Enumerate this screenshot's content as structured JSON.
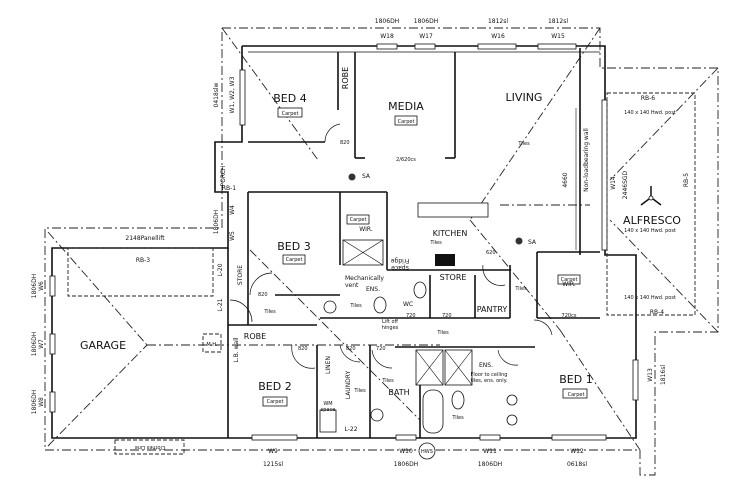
{
  "rooms": {
    "bed4": "BED 4",
    "media": "MEDIA",
    "living": "LIVING",
    "alfresco": "ALFRESCO",
    "bed3": "BED 3",
    "kitchen": "KITCHEN",
    "garage": "GARAGE",
    "bed2": "BED 2",
    "bed1": "BED 1",
    "bath": "BATH",
    "laundry": "LAUNDRY",
    "linen": "LINEN",
    "store_kitchen": "STORE",
    "store_bed3": "STORE",
    "pantry": "PANTRY",
    "wc": "WC",
    "ens_bed3": "ENS.",
    "ens_bed1": "ENS.",
    "wir_bed3": "WIR.",
    "wir_bed1": "WIR.",
    "robe_bed4": "ROBE",
    "robe_bed2": "ROBE",
    "porch": "PORCH"
  },
  "finishes": {
    "carpet": "Carpet",
    "tiles": "Tiles"
  },
  "windows_top": [
    {
      "id": "W18",
      "size": "1806DH"
    },
    {
      "id": "W17",
      "size": "1806DH"
    },
    {
      "id": "W16",
      "size": "1812sl"
    },
    {
      "id": "W15",
      "size": "1812sl"
    }
  ],
  "windows_bottom": [
    {
      "id": "W9",
      "size": "1215sl"
    },
    {
      "id": "W10",
      "size": "1806DH"
    },
    {
      "id": "W11",
      "size": "1806DH"
    },
    {
      "id": "W12",
      "size": "0618sl"
    }
  ],
  "windows_left": [
    {
      "id": "W6",
      "size": "1806DH"
    },
    {
      "id": "W7",
      "size": "1806DH"
    },
    {
      "id": "W8",
      "size": "1806DH"
    }
  ],
  "windows_misc": {
    "w123": "W1, W2, W3",
    "w123_size": "0418slw",
    "w4": "W4",
    "w5": "W5",
    "w45_size": "1806DH",
    "w13": "W13",
    "w13_size": "1816sl",
    "w14": "W14",
    "w14_size": "2446SGD"
  },
  "beams": {
    "rb1": "RB-1",
    "rb3": "RB-3",
    "rb4": "RB-4",
    "rb5": "RB-5",
    "rb6": "RB-6"
  },
  "lintels": {
    "l20": "L-20",
    "l21": "L-21",
    "l22": "L-22"
  },
  "notes": {
    "garage_door": "2148Panellift",
    "manhole": "M.H.",
    "lb_wall": "L.B. wall",
    "clothes_line": "Clothes Line",
    "hws": "HWS",
    "smoke_alarm": "SA",
    "media_doors": "2/620cs",
    "mech_vent_1": "Mechanically",
    "mech_vent_2": "vent",
    "fridge_1": "Fridge",
    "fridge_2": "space",
    "lift_off_1": "Lift off",
    "lift_off_2": "hinges",
    "floor_tiles_1": "Floor to ceiling",
    "floor_tiles_2": "tiles, ens. only.",
    "wm_1": "WM",
    "wm_2": "space",
    "non_lb_wall": "Non-loadbearing wall",
    "dim_4660": "4660",
    "post": "140 x 140 Hwd. post",
    "store_door": "2/620",
    "wir_door": "720cs"
  },
  "doors": {
    "d820": "820",
    "d720": "720",
    "d620": "620"
  }
}
